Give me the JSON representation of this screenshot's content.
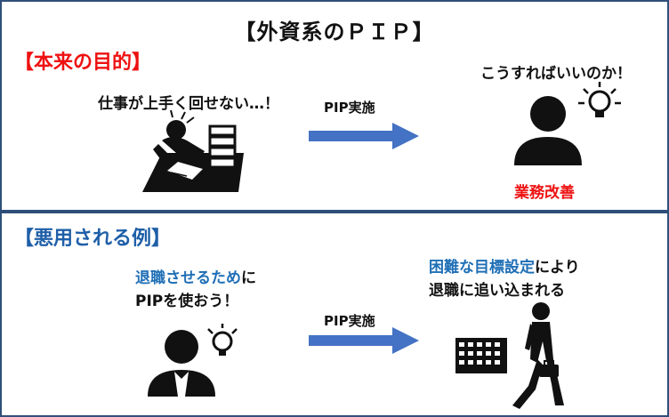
{
  "title": "【外資系のＰＩＰ】",
  "top": {
    "heading": "【本来の目的】",
    "left_caption": "仕事が上手く回せない…！",
    "arrow_label": "PIP実施",
    "right_caption": "こうすればいいのか！",
    "result": "業務改善"
  },
  "bottom": {
    "heading": "【悪用される例】",
    "left_caption_blue": "退職させるため",
    "left_caption_rest": "に",
    "left_caption_line2": "PIPを使おう！",
    "arrow_label": "PIP実施",
    "right_caption_blue": "困難な目標設定",
    "right_caption_rest": "により",
    "right_caption_line2": "退職に追い込まれる"
  },
  "colors": {
    "accent_red": "#e11111",
    "accent_blue": "#1f6fb6",
    "frame": "#2f4f7a",
    "arrow": "#4472c4"
  },
  "icons": [
    "overwhelmed-worker-icon",
    "idea-person-icon",
    "lightbulb-icon",
    "office-building-icon",
    "walking-businessman-icon"
  ]
}
